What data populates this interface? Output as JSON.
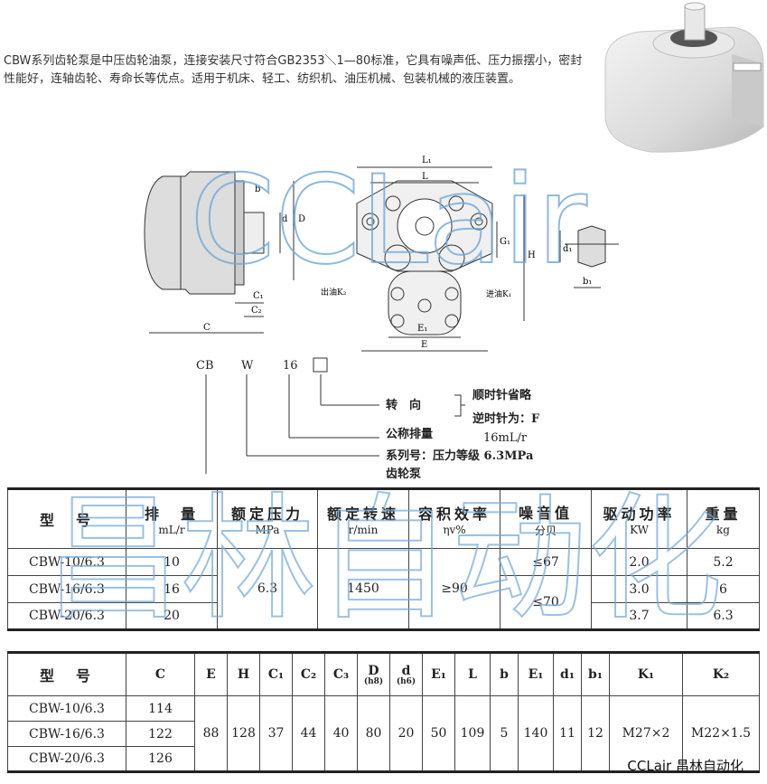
{
  "intro": {
    "text": "CBW系列齿轮泵是中压齿轮油泵，连接安装尺寸符合GB2353＼1—80标准，它具有噪声低、压力振摆小，密封性能好，连轴齿轮、寿命长等优点。适用于机床、轻工、纺织机、油压机械、包装机械的液压装置。"
  },
  "drawing": {
    "labels": {
      "L1": "L₁",
      "L": "L",
      "b": "b",
      "d": "d",
      "D": "D",
      "C1": "C₁",
      "C2": "C₂",
      "C": "C",
      "G1": "G₁",
      "H": "H",
      "E1": "E₁",
      "E": "E",
      "d1": "d₁",
      "b1": "b₁",
      "out": "出油K₂",
      "in": "进油K₁"
    }
  },
  "code": {
    "cb": "CB",
    "w": "W",
    "num": "16",
    "rot_label": "转　向",
    "rot_cw": "顺时针省略",
    "rot_ccw": "逆时针为：F",
    "disp_label": "公称排量",
    "disp_val": "16mL/r",
    "series_label": "系列号：压力等级 6.3MPa",
    "gear": "齿轮泵"
  },
  "table1": {
    "headers": [
      {
        "cn": "型　号",
        "unit": ""
      },
      {
        "cn": "排　量",
        "unit": "mL/r"
      },
      {
        "cn": "额定压力",
        "unit": "MPa"
      },
      {
        "cn": "额定转速",
        "unit": "r/min"
      },
      {
        "cn": "容积效率",
        "unit": "ηv%"
      },
      {
        "cn": "噪音值",
        "unit": "分贝"
      },
      {
        "cn": "驱动功率",
        "unit": "KW"
      },
      {
        "cn": "重量",
        "unit": "kg"
      }
    ],
    "rows": [
      {
        "model": "CBW-10/6.3",
        "disp": "10",
        "power": "2.0",
        "weight": "5.2"
      },
      {
        "model": "CBW-16/6.3",
        "disp": "16",
        "power": "3.0",
        "weight": "6"
      },
      {
        "model": "CBW-20/6.3",
        "disp": "20",
        "power": "3.7",
        "weight": "6.3"
      }
    ],
    "pressure": "6.3",
    "speed": "1450",
    "efficiency": "≥90",
    "noise1": "≤67",
    "noise2": "≤70"
  },
  "table2": {
    "headers": [
      "型　号",
      "C",
      "E",
      "H",
      "C₁",
      "C₂",
      "C₃",
      "D",
      "d",
      "E₁",
      "L",
      "b",
      "E₁",
      "d₁",
      "b₁",
      "K₁",
      "K₂"
    ],
    "D_sub": "(h8)",
    "d_sub": "(h6)",
    "rows": [
      {
        "model": "CBW-10/6.3",
        "C": "114"
      },
      {
        "model": "CBW-16/6.3",
        "C": "122"
      },
      {
        "model": "CBW-20/6.3",
        "C": "126"
      }
    ],
    "shared": [
      "88",
      "128",
      "37",
      "44",
      "40",
      "80",
      "20",
      "50",
      "109",
      "5",
      "140",
      "11",
      "12",
      "M27×2",
      "M22×1.5"
    ]
  },
  "watermark": {
    "latin": "CCLair",
    "cn": "昌林自动化",
    "color": "#6fa8d8"
  },
  "footer": "CCLair 昌林自动化"
}
